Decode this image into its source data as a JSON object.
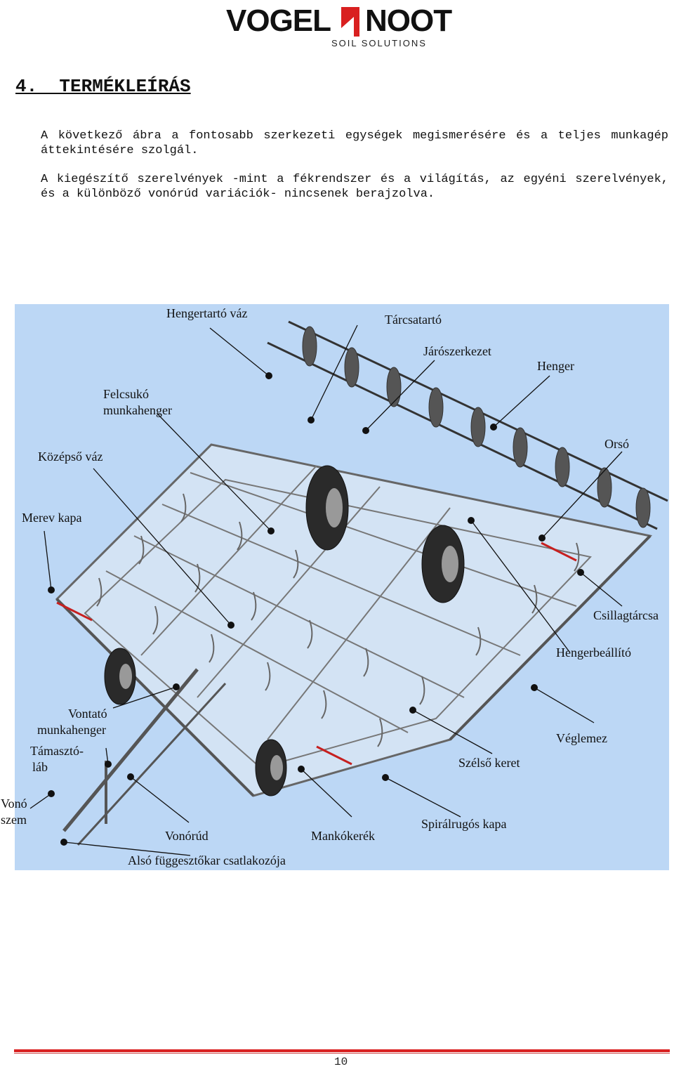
{
  "logo": {
    "part1": "VOGEL",
    "part2": "NOOT",
    "tagline": "SOIL SOLUTIONS",
    "accent": "#d92020"
  },
  "heading": "4.  TERMÉKLEÍRÁS",
  "paragraphs": [
    "A következő ábra a fontosabb szerkezeti egységek megismerésére és a teljes munkagép áttekintésére szolgál.",
    "A kiegészítő szerelvények -mint a fékrendszer és a világítás, az egyéni szerelvények, és a különböző vonórúd variációk- nincsenek berajzolva."
  ],
  "figure": {
    "background": "#bcd7f5",
    "labels": {
      "hengertarto_vaz": "Hengertartó váz",
      "tarcsatarto": "Tárcsatartó",
      "jaroszerkezet": "Járószerkezet",
      "henger": "Henger",
      "felcsuko_1": "Felcsukó",
      "felcsuko_2": "munkahenger",
      "kozepso_vaz": "Középső váz",
      "orso": "Orsó",
      "merev_kapa": "Merev kapa",
      "csillagtarcsa": "Csillagtárcsa",
      "hengerbeallito": "Hengerbeállító",
      "vontato_1": "Vontató",
      "vontato_2": "munkahenger",
      "tamaszto_1": "Támasztó-",
      "tamaszto_2": "láb",
      "veglemez": "Véglemez",
      "szelso_keret": "Szélső keret",
      "vono_1": "Vonó",
      "vono_2": "szem",
      "spiralrugos_kapa": "Spirálrugós kapa",
      "vonorud": "Vonórúd",
      "mankokerek": "Mankókerék",
      "also_fuggesztokar": "Alsó függesztőkar csatlakozója"
    }
  },
  "page_number": "10"
}
